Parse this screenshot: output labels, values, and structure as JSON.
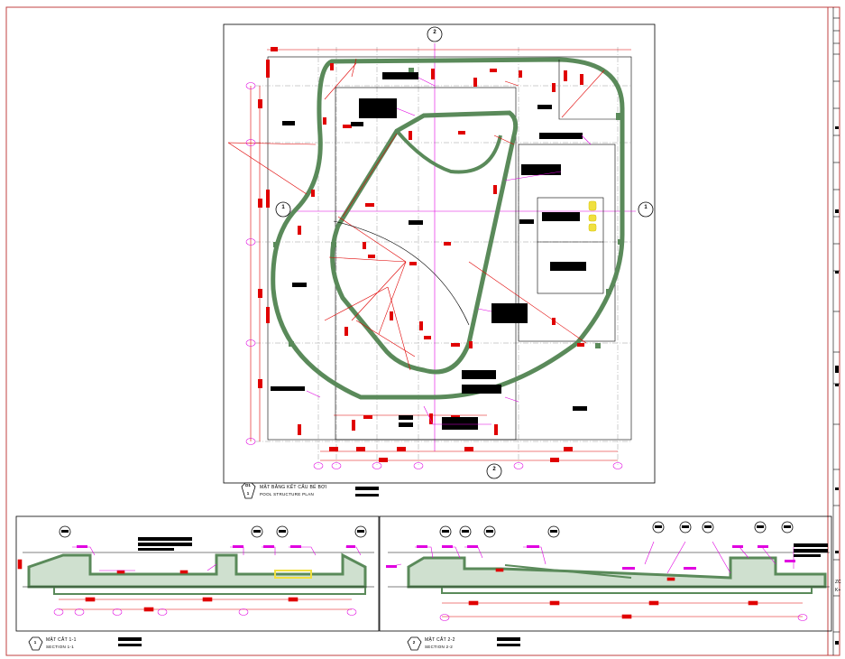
{
  "plan": {
    "title_vi": "MẶT BẰNG KẾT CẤU BỂ BƠI",
    "title_en": "POOL STRUCTURE PLAN",
    "ref_top": "D1",
    "ref_bottom": "1",
    "grid_top": "2",
    "grid_left": "1",
    "grid_right": "1",
    "grid_bottom": "2"
  },
  "section1": {
    "title_vi": "MẶT CẮT 1-1",
    "title_en": "SECTION 1-1",
    "ref": "1"
  },
  "section2": {
    "title_vi": "MẶT CẮT 2-2",
    "title_en": "SECTION 2-2",
    "ref": "2"
  },
  "titleblock": {
    "code1": "ZC",
    "code2": "K+"
  },
  "colors": {
    "structure": "#5a8a5a",
    "dimension": "#e00000",
    "tag": "#e000e0",
    "frame": "#c04040",
    "linework": "#000000"
  }
}
